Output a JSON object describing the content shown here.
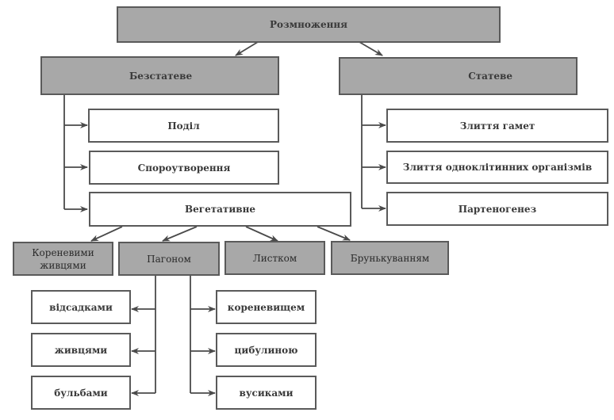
{
  "root": {
    "label": "Розмноження"
  },
  "asexual": {
    "label": "Безстатеве",
    "children": [
      "Поділ",
      "Спороутворення",
      "Вегетативне"
    ]
  },
  "sexual": {
    "label": "Статеве",
    "children": [
      "Злиття гамет",
      "Злиття одноклітинних організмів",
      "Партеногенез"
    ]
  },
  "vegetative": {
    "children": [
      "Кореневими живцями",
      "Пагоном",
      "Листком",
      "Брунькуванням"
    ]
  },
  "shoot": {
    "left": [
      "відсадками",
      "живцями",
      "бульбами"
    ],
    "right": [
      "кореневищем",
      "цибулиною",
      "вусиками"
    ]
  }
}
